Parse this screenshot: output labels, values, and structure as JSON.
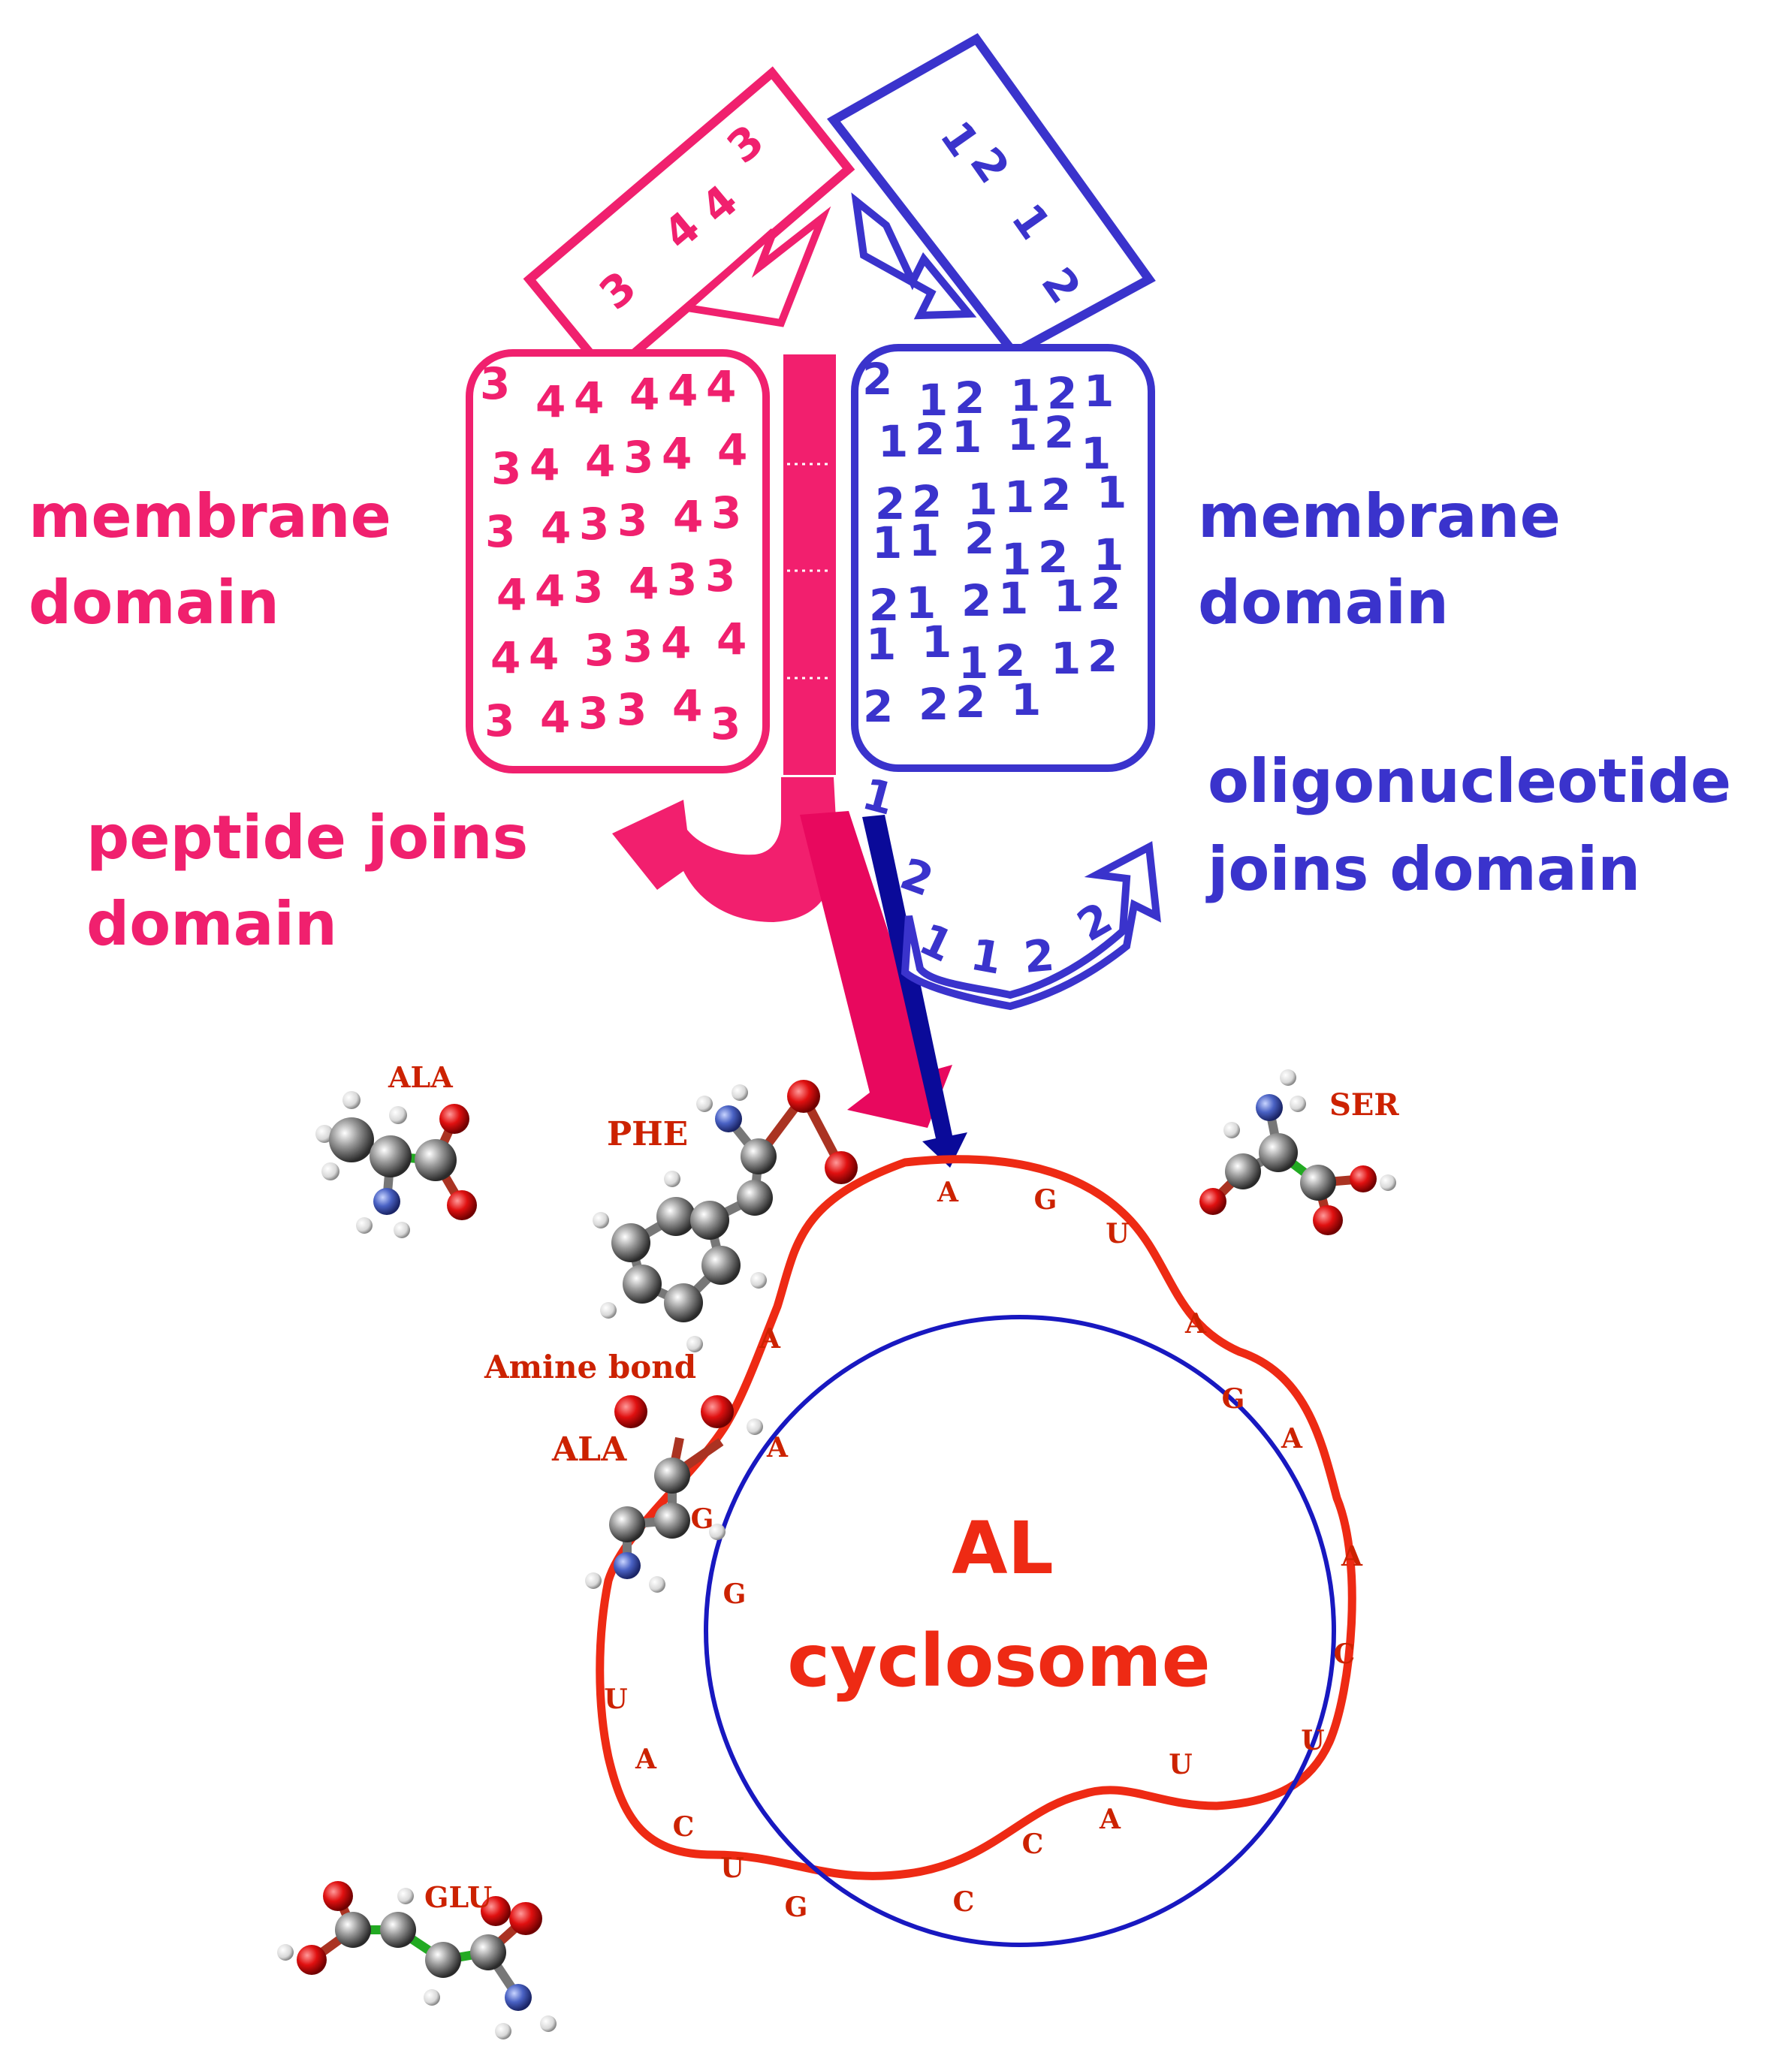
{
  "colors": {
    "pink": "#f0206e",
    "blue": "#3a33cc",
    "dark_blue": "#0a0a99",
    "red": "#ee2a14",
    "molecule_label": "#cc2200",
    "cyclosome_text": "#ee2a14"
  },
  "labels": {
    "left_membrane_line1": "membrane",
    "left_membrane_line2": "domain",
    "right_membrane_line1": "membrane",
    "right_membrane_line2": "domain",
    "peptide_line1": "peptide joins",
    "peptide_line2": "domain",
    "oligo_line1": "oligonucleotide",
    "oligo_line2": "joins domain",
    "cyclosome_line1": "AL",
    "cyclosome_line2": "cyclosome"
  },
  "molecules": {
    "ala_top": "ALA",
    "phe": "PHE",
    "ser": "SER",
    "amine_bond": "Amine bond",
    "ala_mid": "ALA",
    "glu": "GLU"
  },
  "pink_tile_digits": [
    "3",
    "4",
    "4",
    "3"
  ],
  "blue_tile_digits": [
    "1",
    "2",
    "1",
    "2"
  ],
  "pink_box_digits": [
    "3",
    "4",
    "4",
    "4",
    "4",
    "4",
    "3",
    "4",
    "4",
    "3",
    "4",
    "4",
    "3",
    "4",
    "3",
    "3",
    "4",
    "3",
    "4",
    "4",
    "3",
    "4",
    "3",
    "3",
    "4",
    "4",
    "3",
    "3",
    "4",
    "4",
    "3",
    "4",
    "3",
    "3",
    "4",
    "3"
  ],
  "blue_box_digits": [
    "2",
    "1",
    "2",
    "1",
    "2",
    "1",
    "1",
    "2",
    "1",
    "1",
    "2",
    "1",
    "2",
    "2",
    "1",
    "1",
    "2",
    "1",
    "1",
    "1",
    "2",
    "1",
    "2",
    "1",
    "2",
    "1",
    "2",
    "1",
    "1",
    "2",
    "1",
    "1",
    "1",
    "2",
    "1",
    "2",
    "2",
    "2",
    "2",
    "1"
  ],
  "strand_digits": [
    "1",
    "2",
    "1",
    "1",
    "2",
    "2"
  ],
  "ring_bases": [
    "A",
    "G",
    "U",
    "A",
    "G",
    "A",
    "A",
    "C",
    "U",
    "U",
    "A",
    "C",
    "C",
    "G",
    "U",
    "C",
    "A",
    "U",
    "G",
    "G",
    "A",
    "A"
  ]
}
